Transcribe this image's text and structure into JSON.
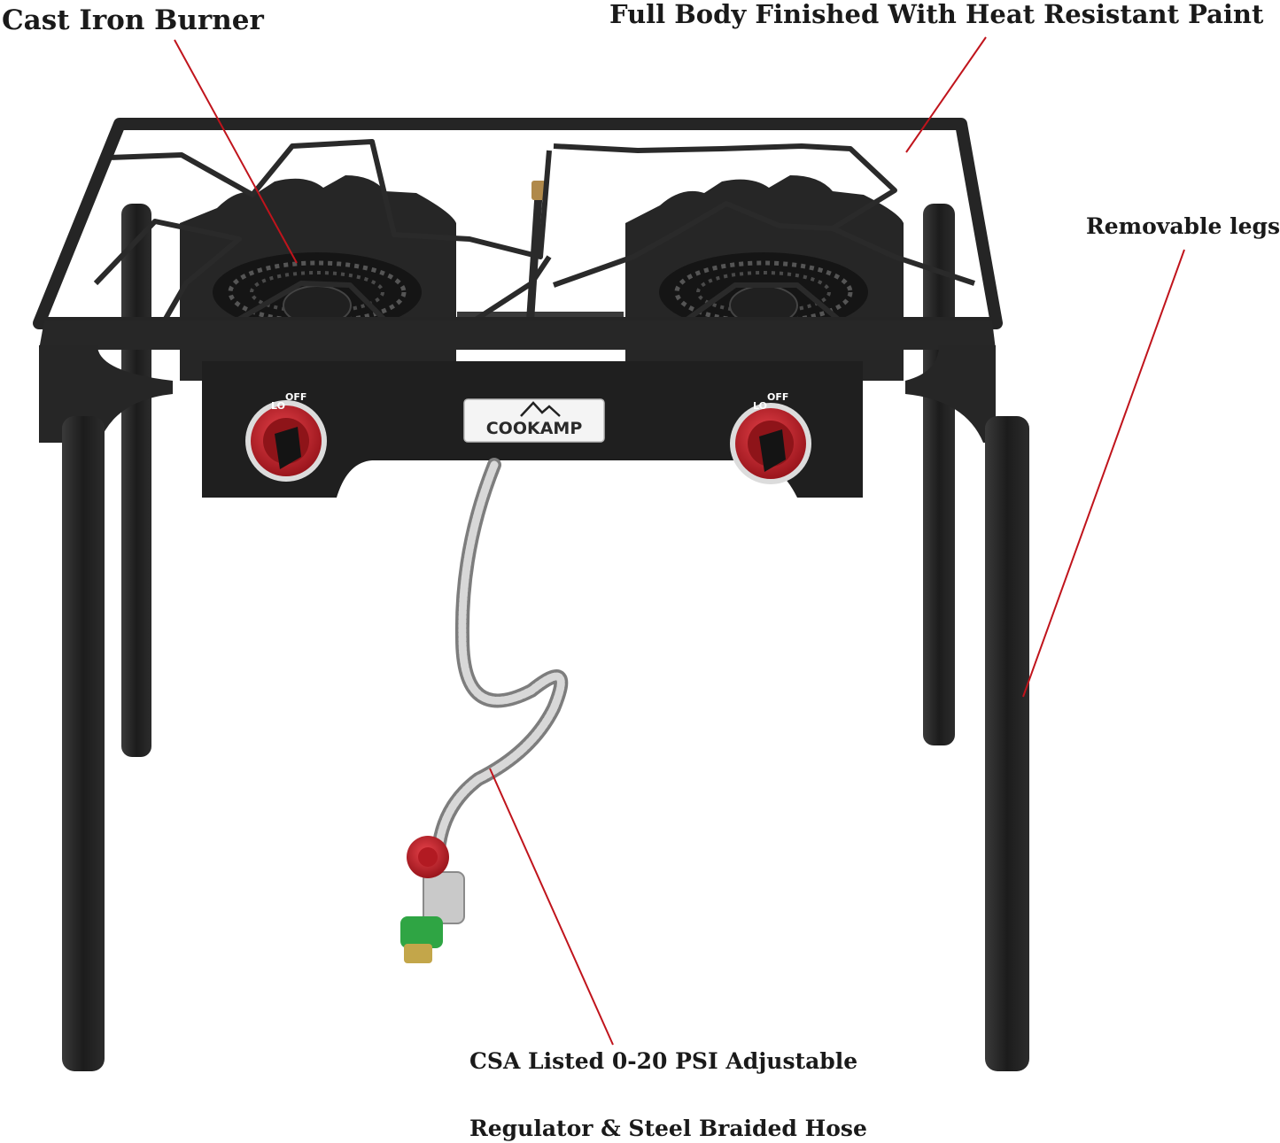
{
  "callouts": {
    "burner": "Cast Iron Burner",
    "paint": "Full Body Finished With Heat Resistant Paint",
    "legs": "Removable legs",
    "regulator_line1": "CSA Listed 0-20 PSI Adjustable",
    "regulator_line2": "Regulator & Steel Braided Hose"
  },
  "product": {
    "brand": "COOKAMP",
    "knob_left": {
      "lo": "LO",
      "off": "OFF"
    },
    "knob_right": {
      "lo": "LO",
      "off": "OFF"
    }
  },
  "colors": {
    "frame": "#232323",
    "callout_line": "#c0141c",
    "knob_red": "#c8202a",
    "connector_green": "#2fa544",
    "hose_silver": "#b9b9b9"
  }
}
